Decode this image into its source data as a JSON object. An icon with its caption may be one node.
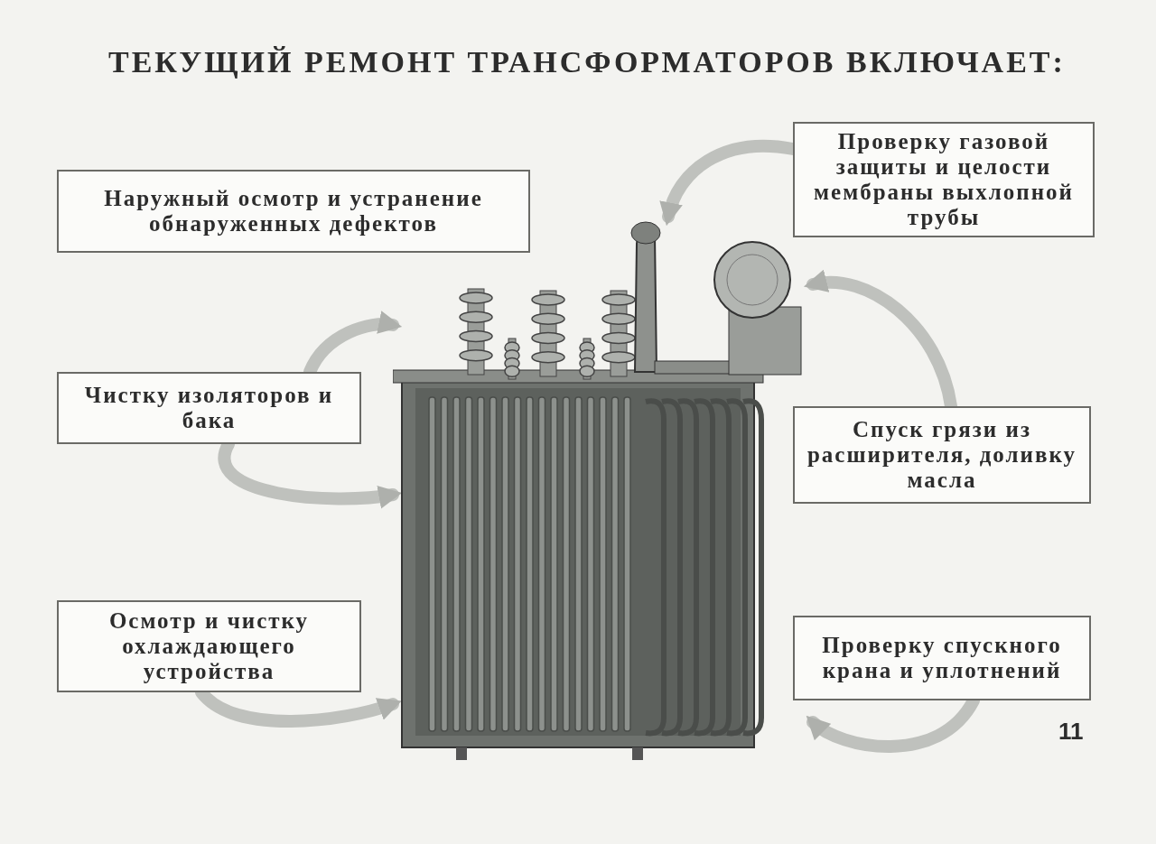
{
  "diagram": {
    "title": "ТЕКУЩИЙ РЕМОНТ ТРАНСФОРМАТОРОВ ВКЛЮЧАЕТ:",
    "nodes": [
      {
        "text": [
          "Проверку газовой защиты и целости мембраны выхлопной трубы"
        ]
      },
      {
        "text": [
          "Наружный осмотр и устранение обнаруженных дефектов"
        ]
      },
      {
        "text": [
          "Чистку изоляторов и бака"
        ]
      },
      {
        "text": [
          "Спуск грязи из расширителя, доливку масла"
        ]
      },
      {
        "text": [
          "Осмотр и чистку охлаждающего устройства"
        ]
      },
      {
        "text": [
          "Проверку спускного крана и уплотнений"
        ]
      },
      {
        "text": [],
        "shape": "picture"
      }
    ],
    "edges": [
      {
        "from": 0,
        "to": 6,
        "arrow": "to"
      },
      {
        "from": 2,
        "to": 6,
        "arrow": "to"
      },
      {
        "from": 2,
        "to": 6,
        "arrow": "to"
      },
      {
        "from": 3,
        "to": 6,
        "arrow": "to"
      },
      {
        "from": 4,
        "to": 6,
        "arrow": "to"
      },
      {
        "from": 5,
        "to": 6,
        "arrow": "to"
      }
    ],
    "labels": [
      "11"
    ]
  }
}
